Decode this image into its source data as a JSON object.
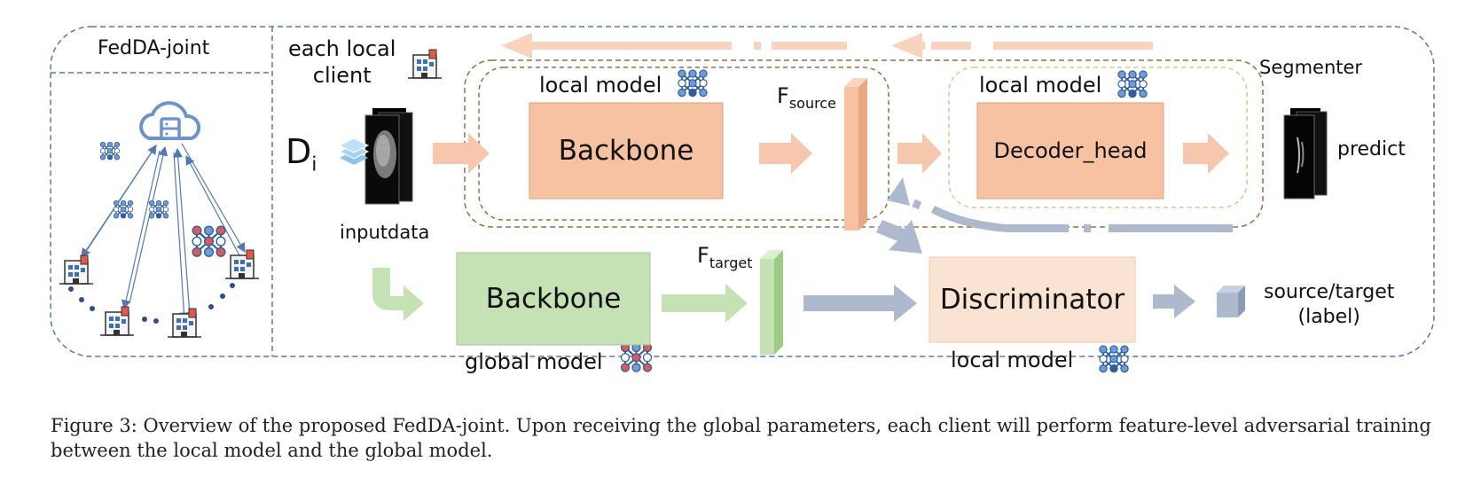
{
  "panel_left": {
    "title": "FedDA-joint",
    "icons": {
      "server": "cloud-server-icon",
      "client": "hospital-building-icon",
      "model": "neural-network-icon"
    }
  },
  "client_label": "each local\nclient",
  "dataset": {
    "symbol": "D",
    "subscript": "i",
    "icon": "stacked-layers-icon"
  },
  "input_label": "inputdata",
  "segmenter_label": "Segmenter",
  "local_model_label": "local model",
  "global_model_label": "global model",
  "blocks": {
    "backbone_local": "Backbone",
    "decoder_head": "Decoder_head",
    "backbone_global": "Backbone",
    "discriminator": "Discriminator"
  },
  "features": {
    "source": {
      "symbol": "F",
      "subscript": "source"
    },
    "target": {
      "symbol": "F",
      "subscript": "target"
    }
  },
  "predict_label": "predict",
  "output_label": "source/target\n(label)",
  "colors": {
    "backbone_local": "#f6c2a1",
    "backbone_global": "#c5e2b4",
    "discriminator": "#fbe3d4",
    "arrow_orange": "#f7c7ad",
    "arrow_green": "#c5e2b4",
    "arrow_blue": "#aeb9cd",
    "border_blue": "#5478b0",
    "border_brown": "#9c6a43",
    "border_tan": "#e0c38e"
  },
  "caption": "Figure 3: Overview of the proposed FedDA-joint. Upon receiving the global parameters, each client will perform feature-level adversarial training between the local model and the global model."
}
